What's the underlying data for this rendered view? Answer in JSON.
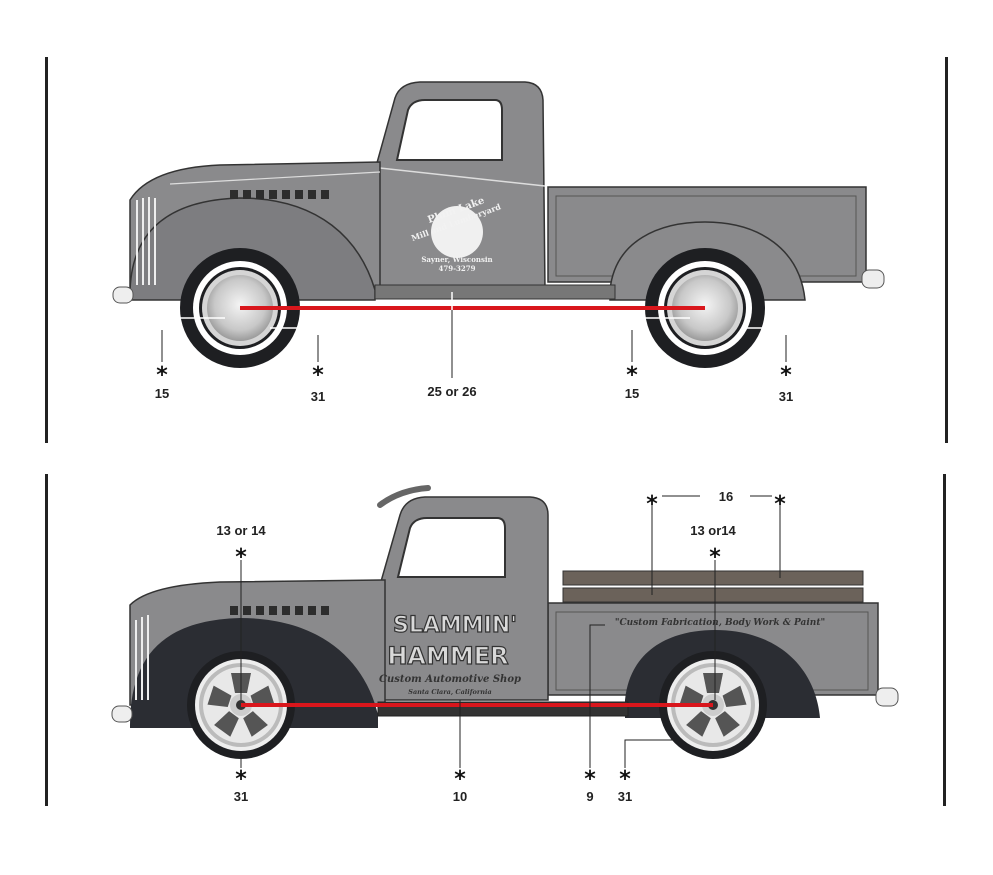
{
  "panels": [
    {
      "name": "stock-truck",
      "door_logo": {
        "line1": "Plum Lake",
        "line2": "Mill and Lumberyard",
        "line3": "Sayner, Wisconsin",
        "line4": "479-3279"
      },
      "callouts": {
        "front_hubcap": "15",
        "front_tire": "31",
        "running_board": "25 or 26",
        "rear_hubcap": "15",
        "rear_tire": "31"
      }
    },
    {
      "name": "custom-truck",
      "door_logo": {
        "line1": "SLAMMIN'",
        "line2": "HAMMER",
        "line3": "Custom Automotive Shop",
        "line4": "Santa Clara, California"
      },
      "bed_text": "\"Custom Fabrication, Body Work & Paint\"",
      "callouts": {
        "front_wheel": "13 or 14",
        "front_tire": "31",
        "door_decal": "10",
        "bed_decal": "9",
        "rear_tire": "31",
        "rear_wheel": "13 or14",
        "bed_rails": "16"
      }
    }
  ],
  "colors": {
    "body": "#8a8a8c",
    "fender_dark": "#2b2d33",
    "axle_line": "#d9161c",
    "tire": "#1e1f22"
  }
}
